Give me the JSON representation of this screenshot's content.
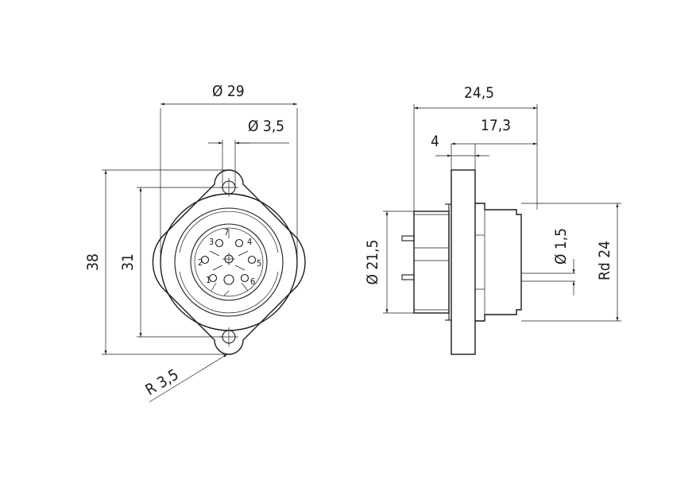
{
  "front_view": {
    "dim_overall_diameter": "Ø 29",
    "dim_hole_diameter": "Ø 3,5",
    "dim_flange_height": "38",
    "dim_hole_spacing": "31",
    "dim_radius": "R 3,5",
    "pin_labels": [
      "1",
      "2",
      "3",
      "4",
      "5",
      "6",
      "7"
    ]
  },
  "side_view": {
    "dim_total_length": "24,5",
    "dim_flange_offset": "4",
    "dim_body_length": "17,3",
    "dim_body_diameter": "Ø 21,5",
    "dim_pin_diameter": "Ø 1,5",
    "dim_thread": "Rd 24"
  }
}
